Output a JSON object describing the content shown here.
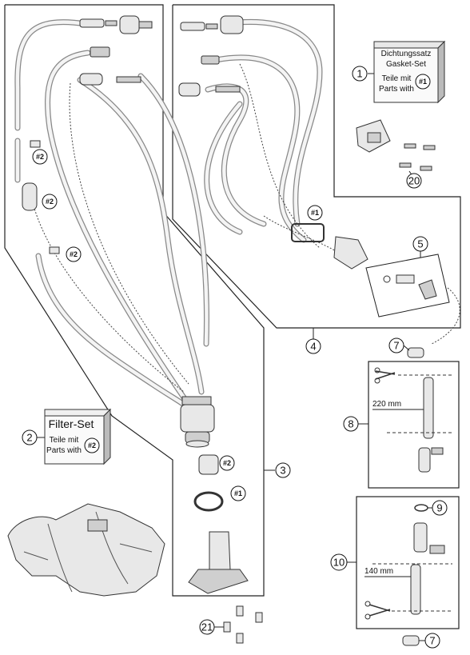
{
  "callouts": {
    "c1": "1",
    "c2": "2",
    "c3": "3",
    "c4": "4",
    "c5": "5",
    "c7a": "7",
    "c7b": "7",
    "c8": "8",
    "c9": "9",
    "c10": "10",
    "c20": "20",
    "c21": "21"
  },
  "refs": {
    "r1_top": "#1",
    "r1_kit": "#1",
    "r1_ring": "#1",
    "r2_a": "#2",
    "r2_b": "#2",
    "r2_c": "#2",
    "r2_kit": "#2",
    "r2_sleeve": "#2"
  },
  "gasket_kit": {
    "title_de": "Dichtungssatz",
    "title_en": "Gasket-Set",
    "note_de": "Teile mit",
    "note_en": "Parts with"
  },
  "filter_kit": {
    "title": "Filter-Set",
    "note_de": "Teile mit",
    "note_en": "Parts with"
  },
  "dimensions": {
    "hose_long": "220 mm",
    "hose_short": "140 mm"
  }
}
